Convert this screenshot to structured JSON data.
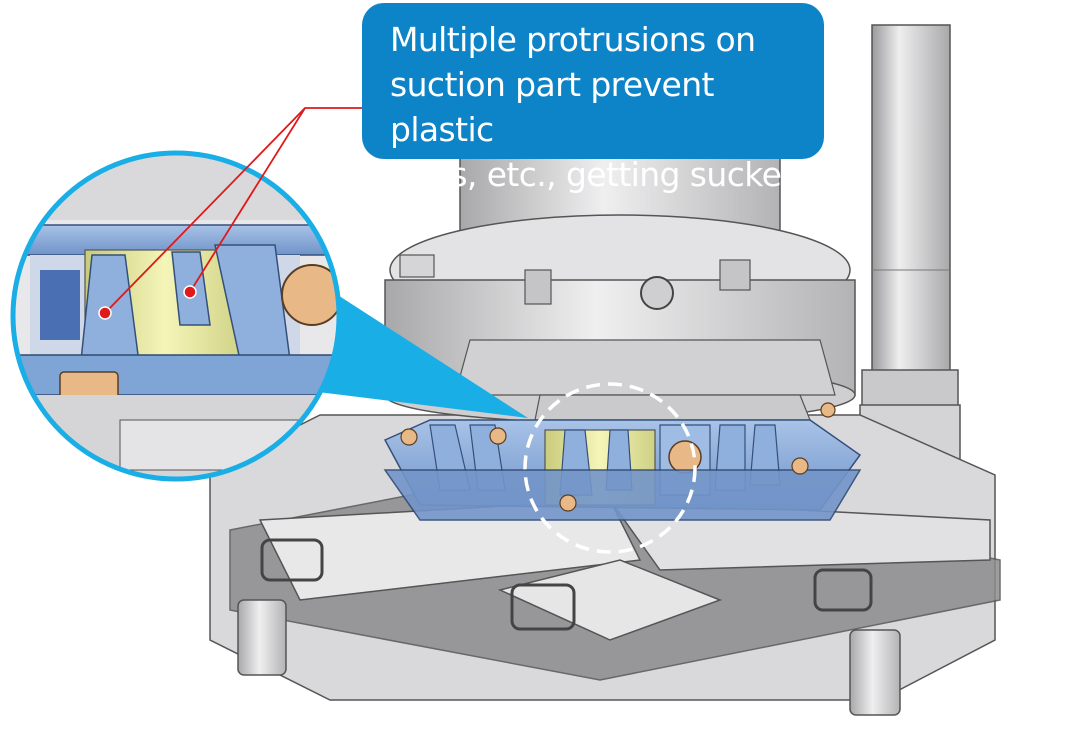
{
  "callout": {
    "text": "Multiple protrusions on\nsuction part prevent plastic\nbags, etc., getting sucked in"
  },
  "colors": {
    "callout_bg": "#0e84c8",
    "callout_text": "#ffffff",
    "zoom_ring": "#1aaee6",
    "leader_line": "#e0191b",
    "marker_dot": "#e0191b",
    "flange_blue": "#7fa4d6",
    "impeller_yellow": "#eef0a4",
    "bolt_tan": "#e8b887",
    "metal_gray": "#d6d6d8"
  },
  "icons": [
    "zoom-inset",
    "highlight-circle",
    "marker-dot"
  ]
}
